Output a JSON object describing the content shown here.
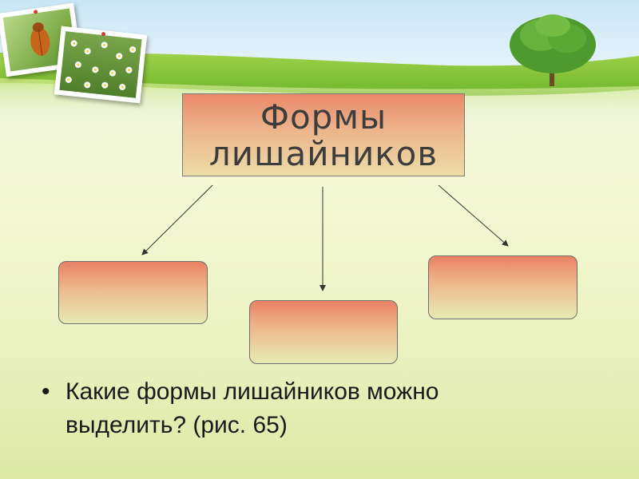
{
  "diagram": {
    "title_line1": "Формы",
    "title_line2": "лишайников"
  },
  "bullet": {
    "marker": "•",
    "text_line1": "Какие формы лишайников можно",
    "text_line2": "выделить? (рис. 65)"
  },
  "colors": {
    "box_top": "#ea8164",
    "box_bottom": "#e7ebb3",
    "grass": "#8cc63f",
    "sky": "#c9e6f6"
  },
  "decor": {
    "photos": [
      "beetle-photo",
      "daisies-photo"
    ],
    "tree": "tree-illustration"
  }
}
